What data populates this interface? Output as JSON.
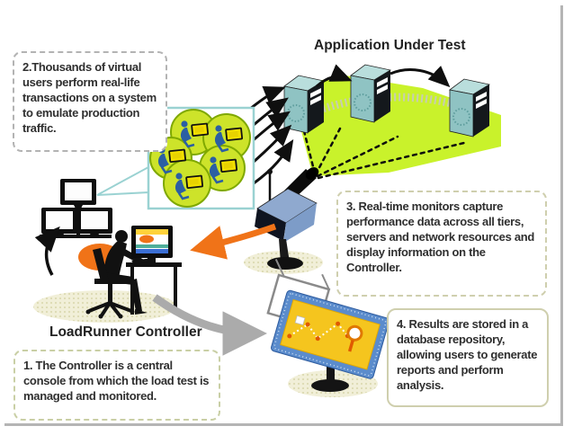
{
  "diagram": {
    "title": "Application Under Test",
    "controller_label": "LoadRunner Controller",
    "callouts": {
      "step1": "1. The Controller is a central console from which the load test is managed and monitored.",
      "step2": "2.Thousands of virtual users perform real-life transactions on a system to emulate production traffic.",
      "step3": "3. Real-time monitors capture performance data across all tiers, servers and network resources and display information on the Controller.",
      "step4": "4. Results are stored in a database repository, allowing users to generate reports and perform analysis."
    },
    "colors": {
      "cone": "#c9f22b",
      "user_circle": "#cde32a",
      "user_circle_border": "#7fa800",
      "user_person": "#2b5fa3",
      "laptop": "#f2df00",
      "server_front": "#8fc3c3",
      "server_top": "#b9dedc",
      "server_side": "#14181c",
      "camera_body": "#8fa9cf",
      "orange": "#f07318",
      "gray_arrow": "#ababab",
      "board_frame": "#5b8ccc",
      "board_face": "#f5c51e",
      "users_box_border": "#9ad2d2",
      "shadow_dots": "#d9d7ab",
      "text": "#2f2f2f"
    },
    "icons": {
      "virtual_user": "person-at-laptop-icon",
      "servers": "server-tower-icon",
      "monitor_device": "camera-monitor-icon",
      "controller_monitors": "crt-monitor-icon",
      "operator": "operator-at-desk-icon",
      "results": "results-board-icon"
    }
  }
}
